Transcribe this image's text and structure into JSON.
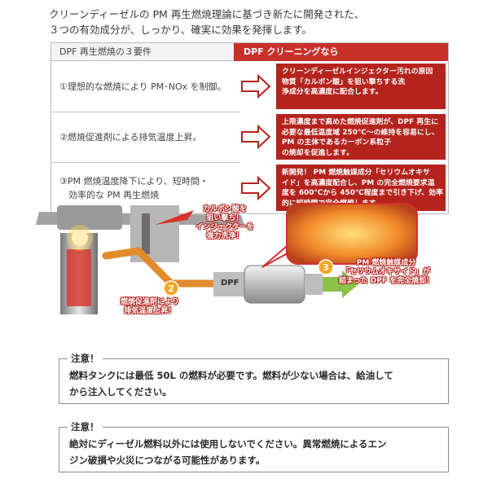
{
  "intro": {
    "line1": "クリーンディーゼルの PM 再生燃焼理論に基づき新たに開発された、",
    "line2": "３つの有効成分が、しっかり、確実に効果を発揮します。"
  },
  "table": {
    "header_left": "DPF 再生燃焼の３要件",
    "header_right": "DPF クリーニングなら",
    "rows": [
      {
        "left": [
          "①理想的な燃焼により PM･NOx を制御。"
        ],
        "right": [
          "クリーンディーゼルインジェクター汚れの原因",
          "物質「カルボン酸」を狙い撃ちする洗",
          "浄成分を高濃度に配合します。"
        ]
      },
      {
        "left": [
          "②燃焼促進剤による排気温度上昇。"
        ],
        "right": [
          "上限濃度まで高めた燃焼促進剤が、DPF 再生に",
          "必要な最低温度域 250℃～の維持を容易にし、",
          "PM の主体であるカーボン系粒子",
          "の焼却を促進します。"
        ]
      },
      {
        "left": [
          "③PM 燃焼温度降下により、短時間・",
          "　効率的な PM 再生燃焼"
        ],
        "right": [
          "新開発！ PM 燃焼触媒成分「セリウムオキサ",
          "イド」を高濃度配合し、PM の完全燃焼要求温",
          "度を 600℃から 450℃程度まで引き下げ、効率",
          "的に短時間で完全燃焼します。"
        ]
      }
    ]
  },
  "illustration": {
    "caption1": [
      "カルボン酸を",
      "狙い撃ち！",
      "インジェクターを",
      "強力洗浄！"
    ],
    "caption2": [
      "燃焼促進剤により",
      "排気温度上昇！"
    ],
    "caption3": [
      "PM 燃焼触媒成分",
      "「セリウムオキサイド」が",
      "詰まった DPF を完全焼却！"
    ],
    "badge2": "2",
    "badge3": "3",
    "dpf_label": "DPF"
  },
  "notice1": {
    "title": "注意！",
    "lines": [
      "燃料タンクには最低 50L の燃料が必要です。燃料が少ない場合は、給油して",
      "から注入してください。"
    ]
  },
  "notice2": {
    "title": "注意！",
    "lines": [
      "絶対にディーゼル燃料以外には使用しないでください。異常燃焼によるエン",
      "ジン破損や火災につながる可能性があります。"
    ]
  },
  "colors": {
    "accent_red": "#c9302a",
    "cell_red": "#b5231d",
    "pipe_orange": "#e38b2c",
    "arrow_green": "#8bc34a"
  }
}
